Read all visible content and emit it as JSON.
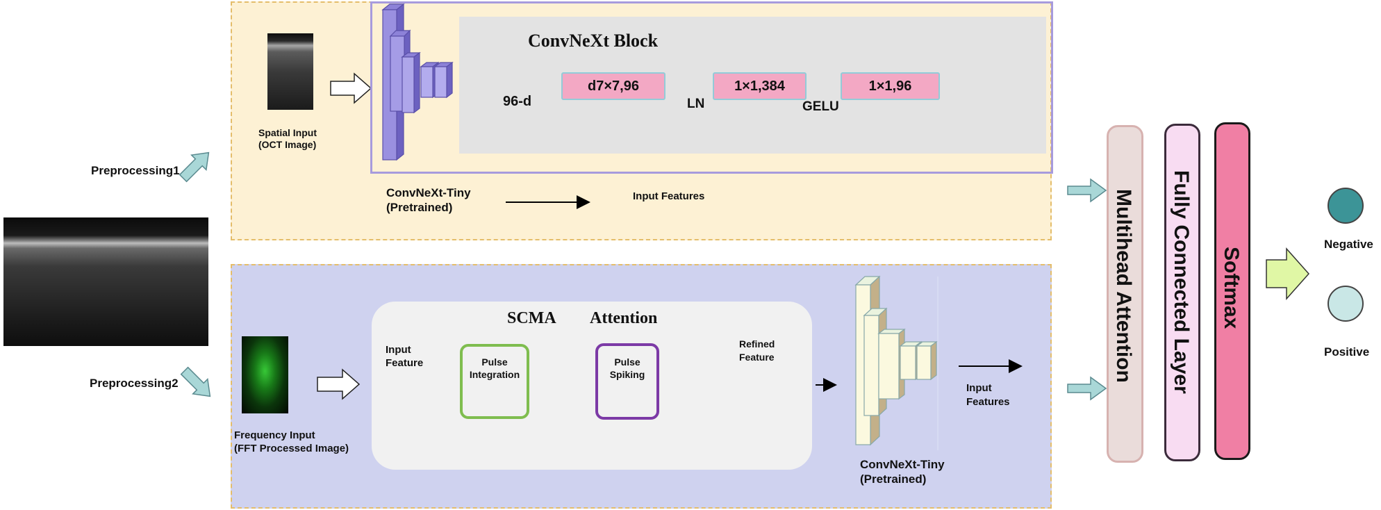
{
  "preprocessing": {
    "label1": "Preprocessing1",
    "label2": "Preprocessing2"
  },
  "spatial": {
    "line1": "Spatial Input",
    "line2": "(OCT Image)"
  },
  "convnext_block": {
    "title": "ConvNeXt Block",
    "input_label": "96-d",
    "op1": "d7×7,96",
    "op2": "1×1,384",
    "op3": "1×1,96",
    "ln": "LN",
    "gelu": "GELU"
  },
  "top_backbone": {
    "line1": "ConvNeXt-Tiny",
    "line2": "(Pretrained)",
    "output": "Input Features"
  },
  "frequency": {
    "line1": "Frequency Input",
    "line2": "(FFT Processed Image)"
  },
  "scma": {
    "title_left": "SCMA",
    "title_right": "Attention",
    "input_line1": "Input",
    "input_line2": "Feature",
    "pulse_integration_line1": "Pulse",
    "pulse_integration_line2": "Integration",
    "pulse_spiking_line1": "Pulse",
    "pulse_spiking_line2": "Spiking",
    "refined_line1": "Refined",
    "refined_line2": "Feature"
  },
  "bottom_backbone": {
    "line1": "ConvNeXt-Tiny",
    "line2": "(Pretrained)",
    "out_line1": "Input",
    "out_line2": "Features"
  },
  "head": {
    "multihead": "Multihead Attention",
    "fc": "Fully Connected Layer",
    "softmax": "Softmax",
    "negative": "Negative",
    "positive": "Positive"
  },
  "colors": {
    "top_panel": "#fdf1d4",
    "bottom_panel": "#cfd2ef",
    "conv_purple": "#a79bdd",
    "op_pink": "#f3a8c4",
    "multihead_bar": "#eadcda",
    "fc_bar": "#f8dcf2",
    "softmax_bar": "#f07fa4",
    "negative_class": "#3c9497",
    "positive_class": "#c9e7e6"
  }
}
